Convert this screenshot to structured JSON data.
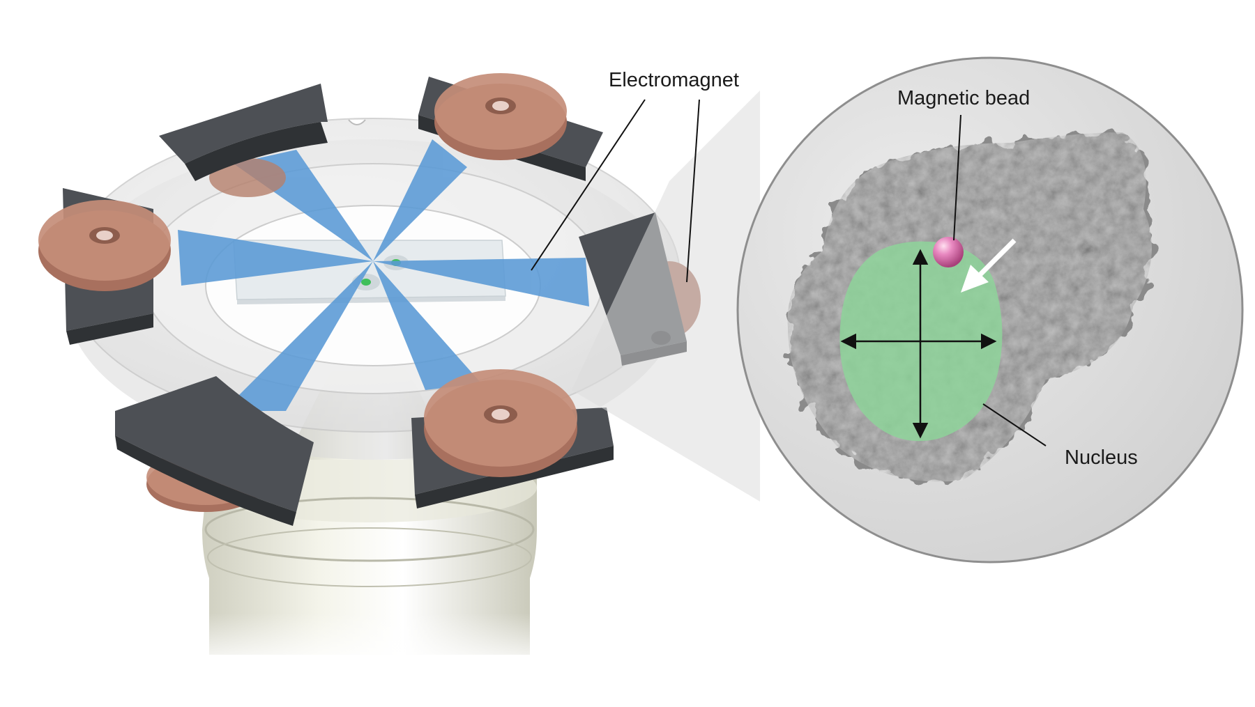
{
  "labels": {
    "electromagnet": "Electromagnet",
    "magnetic_bead": "Magnetic bead",
    "nucleus": "Nucleus"
  },
  "colors": {
    "beam": "#5a9ad6",
    "coil": "#b57f6c",
    "pole": "#56595e",
    "nucleus": "#8ed39a",
    "bead": "#e07ab4",
    "inset_bg": "#d6d6d6"
  }
}
